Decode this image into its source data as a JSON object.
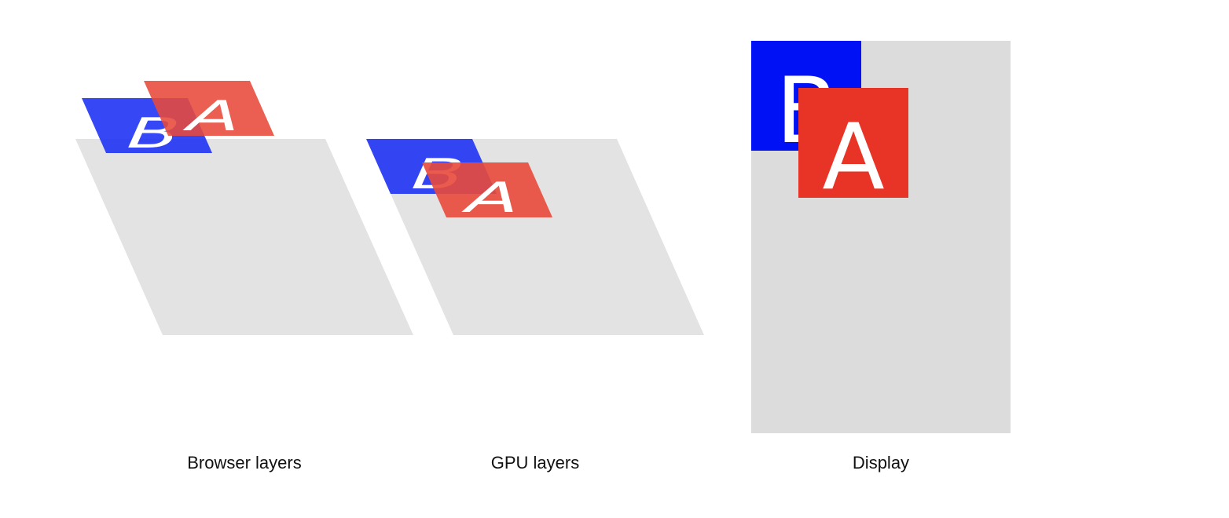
{
  "captions": {
    "browser": "Browser layers",
    "gpu": "GPU layers",
    "display": "Display"
  },
  "layers": {
    "a": {
      "letter": "A",
      "color": "#e8493a"
    },
    "b": {
      "letter": "B",
      "color": "#1a2ff5"
    },
    "display_b": "#0011f5",
    "display_a": "#e83426",
    "base": "#e3e3e3",
    "display_base": "#dcdcdc"
  }
}
